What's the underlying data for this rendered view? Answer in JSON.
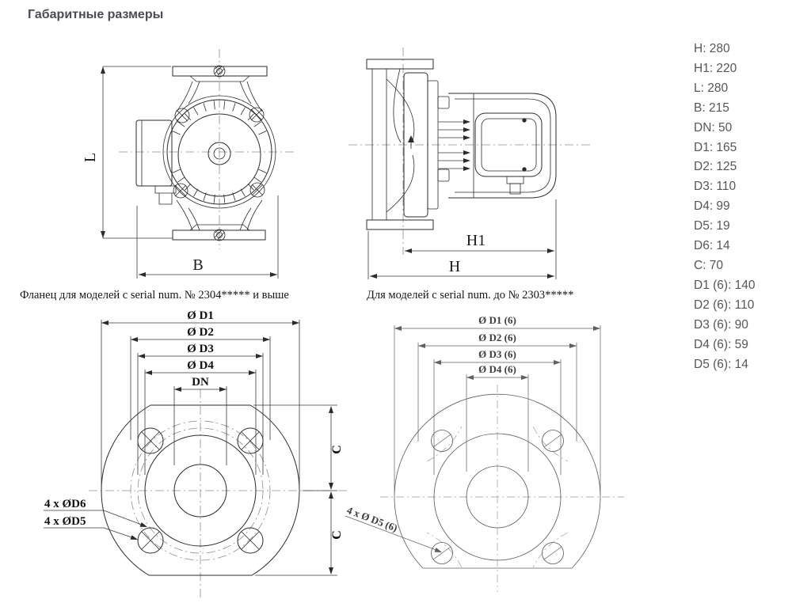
{
  "title": "Габаритные размеры",
  "colors": {
    "title_text": "#4b4b53",
    "list_text": "#56565a",
    "drawing_line": "#2b2b2b",
    "light_line": "#5f5f5f"
  },
  "dim_list": [
    "H: 280",
    "H1: 220",
    "L: 280",
    "B: 215",
    "DN: 50",
    "D1: 165",
    "D2: 125",
    "D3: 110",
    "D4: 99",
    "D5: 19",
    "D6: 14",
    "C: 70",
    "D1 (6): 140",
    "D2 (6): 110",
    "D3 (6): 90",
    "D4 (6): 59",
    "D5 (6): 14"
  ],
  "front_view": {
    "label_l": "L",
    "label_b": "B"
  },
  "side_view": {
    "label_h1": "H1",
    "label_h": "H"
  },
  "flange_new": {
    "caption": "Фланец для моделей с serial num. № 2304***** и выше",
    "dim_d1": "Ø D1",
    "dim_d2": "Ø D2",
    "dim_d3": "Ø D3",
    "dim_d4": "Ø D4",
    "dim_dn": "DN",
    "label_d6": "4 x ØD6",
    "label_d5": "4 x ØD5",
    "dim_c_upper": "C",
    "dim_c_lower": "C"
  },
  "flange_old": {
    "caption": "Для моделей с serial num. до № 2303*****",
    "dim_d1": "Ø D1 (6)",
    "dim_d2": "Ø D2 (6)",
    "dim_d3": "Ø D3 (6)",
    "dim_d4": "Ø D4 (6)",
    "label_d5": "4 x Ø D5 (6)"
  }
}
